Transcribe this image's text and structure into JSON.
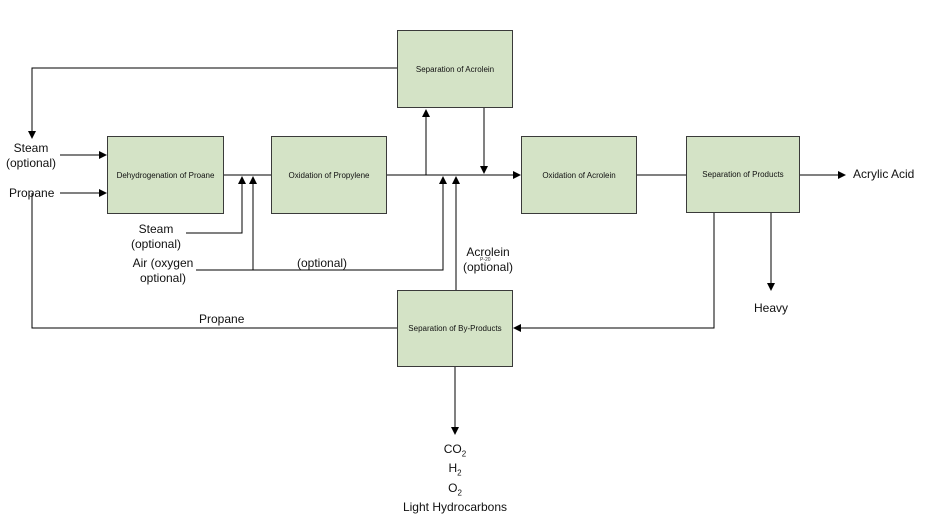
{
  "process_boxes": {
    "dehydrogenation": "Dehydrogenation of Proane",
    "oxidation_propylene": "Oxidation of Propylene",
    "separation_acrolein": "Separation of Acrolein",
    "oxidation_acrolein": "Oxidation of Acrolein",
    "separation_products": "Separation of Products",
    "separation_byproducts": "Separation of By-Products"
  },
  "stream_labels": {
    "steam_top": "Steam",
    "steam_top_opt": "(optional)",
    "propane_in": "Propane",
    "steam_mid": "Steam",
    "steam_mid_opt": "(optional)",
    "air_1": "Air (oxygen",
    "air_2": "optional)",
    "optional": "(optional)",
    "acrolein": "Acrolein",
    "acrolein_opt": "(optional)",
    "acrolein_note": "P-20",
    "propane_recycle": "Propane",
    "acrylic_acid": "Acrylic Acid",
    "heavy": "Heavy",
    "co2_base": "CO",
    "co2_sub": "2",
    "h2_base": "H",
    "h2_sub": "2",
    "o2_base": "O",
    "o2_sub": "2",
    "light_hc": "Light Hydrocarbons"
  }
}
